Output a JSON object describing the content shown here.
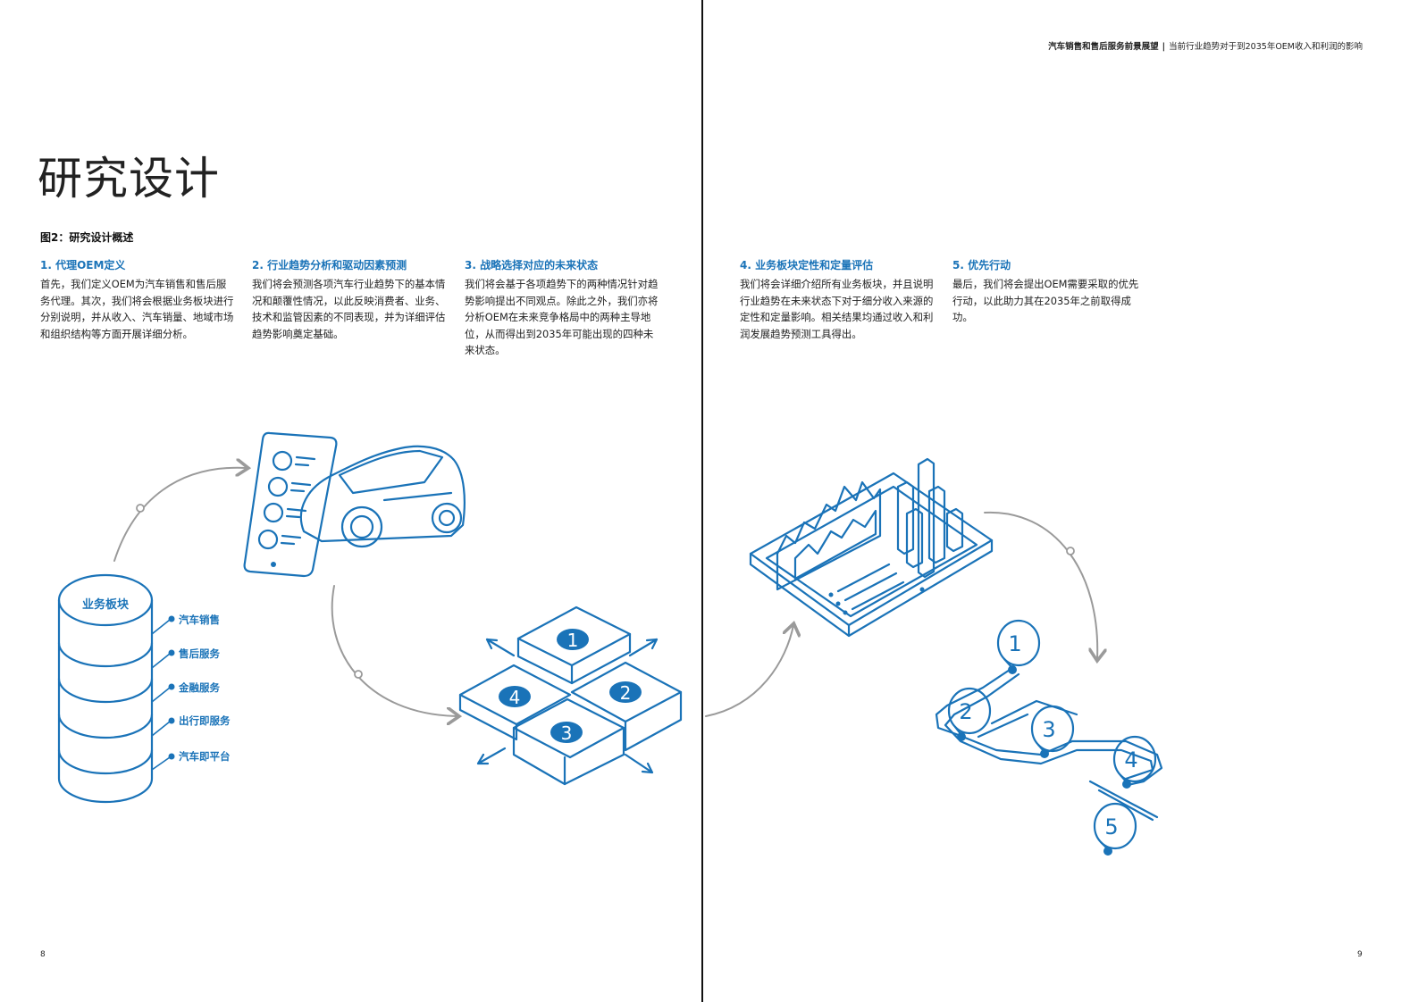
{
  "header": {
    "report_title": "汽车销售和售后服务前景展望",
    "separator": "|",
    "subtitle": "当前行业趋势对于到2035年OEM收入和利润的影响"
  },
  "page_title": "研究设计",
  "figure_caption": "图2：研究设计概述",
  "steps": [
    {
      "title": "1. 代理OEM定义",
      "body": "首先，我们定义OEM为汽车销售和售后服务代理。其次，我们将会根据业务板块进行分别说明，并从收入、汽车销量、地域市场和组织结构等方面开展详细分析。"
    },
    {
      "title": "2. 行业趋势分析和驱动因素预测",
      "body": "我们将会预测各项汽车行业趋势下的基本情况和颠覆性情况，以此反映消费者、业务、技术和监管因素的不同表现，并为详细评估趋势影响奠定基础。"
    },
    {
      "title": "3. 战略选择对应的未来状态",
      "body": "我们将会基于各项趋势下的两种情况针对趋势影响提出不同观点。除此之外，我们亦将分析OEM在未来竞争格局中的两种主导地位，从而得出到2035年可能出现的四种未来状态。"
    },
    {
      "title": "4. 业务板块定性和定量评估",
      "body": "我们将会详细介绍所有业务板块，并且说明行业趋势在未来状态下对于细分收入来源的定性和定量影响。相关结果均通过收入和利润发展趋势预测工具得出。"
    },
    {
      "title": "5. 优先行动",
      "body": "最后，我们将会提出OEM需要采取的优先行动，以此助力其在2035年之前取得成功。"
    }
  ],
  "business_segments": {
    "heading": "业务板块",
    "items": [
      "汽车销售",
      "售后服务",
      "金融服务",
      "出行即服务",
      "汽车即平台"
    ]
  },
  "future_states": [
    "1",
    "2",
    "3",
    "4"
  ],
  "action_pins": [
    "1",
    "2",
    "3",
    "4",
    "5"
  ],
  "page_numbers": {
    "left": "8",
    "right": "9"
  },
  "colors": {
    "accent": "#1a73b8",
    "arc": "#9a9a9a"
  }
}
